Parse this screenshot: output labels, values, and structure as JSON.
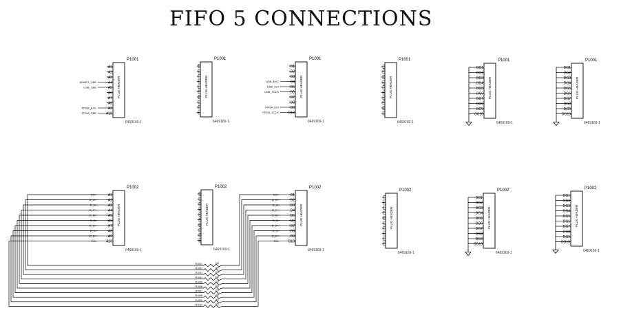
{
  "title": "FIFO 5 CONNECTIONS",
  "part_number": "6469169-1",
  "body_label": "PLUG HEADER",
  "connectors": {
    "row1": [
      {
        "ref": "P1001",
        "pins": [
          "A1",
          "A2",
          "A3",
          "A4",
          "A5",
          "A6",
          "A7",
          "A8",
          "A9",
          "A10"
        ],
        "side": "left",
        "nets": [
          "",
          "",
          "",
          "ADMST_CBE",
          "USB_CBE",
          "",
          "",
          "",
          "FPGA_EXC",
          "FPGA_CBE"
        ]
      },
      {
        "ref": "P1001",
        "pins": [
          "",
          "",
          "",
          "",
          "",
          "",
          "",
          "",
          "",
          ""
        ],
        "side": "left",
        "nets": []
      },
      {
        "ref": "P1001",
        "pins": [
          "B1",
          "B2",
          "B3",
          "B4",
          "B5",
          "B6",
          "B7",
          "B8",
          "B9",
          "B10"
        ],
        "side": "left",
        "nets": [
          "",
          "",
          "",
          "USB_EXC",
          "USB_ECI",
          "USB_XCLK",
          "",
          "",
          "FPGA_ECI",
          "FPGA_XCLK"
        ]
      },
      {
        "ref": "P1001",
        "pins": [
          "",
          "",
          "",
          "",
          "",
          "",
          "",
          "",
          "",
          ""
        ],
        "side": "left",
        "nets": []
      },
      {
        "ref": "P1001",
        "pins": [
          "BG1",
          "BG2",
          "BG3",
          "BG4",
          "BG5",
          "BG6",
          "BG7",
          "BG8",
          "BG9",
          "BG10"
        ],
        "side": "left",
        "nets": []
      },
      {
        "ref": "P1001",
        "pins": [
          "DG1",
          "DG2",
          "DG3",
          "DG4",
          "DG5",
          "DG6",
          "DG7",
          "DG8",
          "DG9",
          "DG10"
        ],
        "side": "left",
        "nets": []
      }
    ],
    "row2": [
      {
        "ref": "P1002",
        "pins": [
          "A1",
          "A2",
          "A3",
          "A4",
          "A5",
          "A6",
          "A7",
          "A8",
          "A9",
          "A10"
        ],
        "side": "left",
        "nets": [
          "EO+",
          "D_A+",
          "D_A-",
          "D_F+",
          "D_B+",
          "D_B-",
          "D_C+",
          "D_C-",
          "D_E+",
          "EO-"
        ]
      },
      {
        "ref": "P1002",
        "pins": [
          "",
          "",
          "",
          "",
          "",
          "",
          "",
          "",
          "",
          ""
        ],
        "side": "left",
        "nets": []
      },
      {
        "ref": "P1002",
        "pins": [
          "B1",
          "B2",
          "B3",
          "B4",
          "B5",
          "B6",
          "B7",
          "B8",
          "B9",
          "B10"
        ],
        "side": "left",
        "nets": [
          "EO+",
          "D_A+",
          "D_A-",
          "D_F+",
          "D_B+",
          "D_B-",
          "D_C+",
          "D_C-",
          "D_E+",
          "EO-"
        ]
      },
      {
        "ref": "P1002",
        "pins": [
          "",
          "",
          "",
          "",
          "",
          "",
          "",
          "",
          "",
          ""
        ],
        "side": "left",
        "nets": []
      },
      {
        "ref": "P1002",
        "pins": [
          "BG1",
          "BG2",
          "BG3",
          "BG4",
          "BG5",
          "BG6",
          "BG7",
          "BG8",
          "BG9",
          "BG10"
        ],
        "side": "left",
        "nets": []
      },
      {
        "ref": "P1002",
        "pins": [
          "DG1",
          "DG2",
          "DG3",
          "DG4",
          "DG5",
          "DG6",
          "DG7",
          "DG8",
          "DG9",
          "DG10"
        ],
        "side": "left",
        "nets": []
      }
    ]
  },
  "resistors": [
    {
      "ref": "R1001",
      "value": "0Ω"
    },
    {
      "ref": "R1002",
      "value": "0Ω"
    },
    {
      "ref": "R1003",
      "value": "0Ω"
    },
    {
      "ref": "R1004",
      "value": "0Ω"
    },
    {
      "ref": "R1005",
      "value": "0Ω"
    },
    {
      "ref": "R1006",
      "value": "0Ω"
    },
    {
      "ref": "R1007",
      "value": "0Ω"
    },
    {
      "ref": "R1008",
      "value": "0Ω"
    },
    {
      "ref": "R1009",
      "value": "0Ω"
    },
    {
      "ref": "R1010",
      "value": "0Ω"
    }
  ]
}
